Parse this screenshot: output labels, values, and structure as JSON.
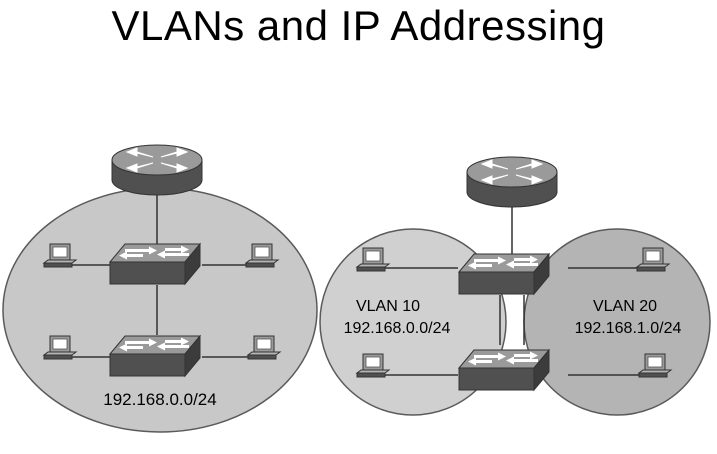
{
  "title": "VLANs and IP Addressing",
  "left": {
    "subnet": "192.168.0.0/24"
  },
  "right": {
    "vlan10": {
      "name": "VLAN 10",
      "subnet": "192.168.0.0/24"
    },
    "vlan20": {
      "name": "VLAN 20",
      "subnet": "192.168.1.0/24"
    }
  },
  "icons": [
    "router-icon",
    "switch-icon",
    "pc-icon"
  ],
  "colors": {
    "ellipse_fill": "#c8c8c8",
    "ellipse_stroke": "#5a5a5a",
    "device_dark": "#505050",
    "device_light": "#9a9a9a"
  }
}
